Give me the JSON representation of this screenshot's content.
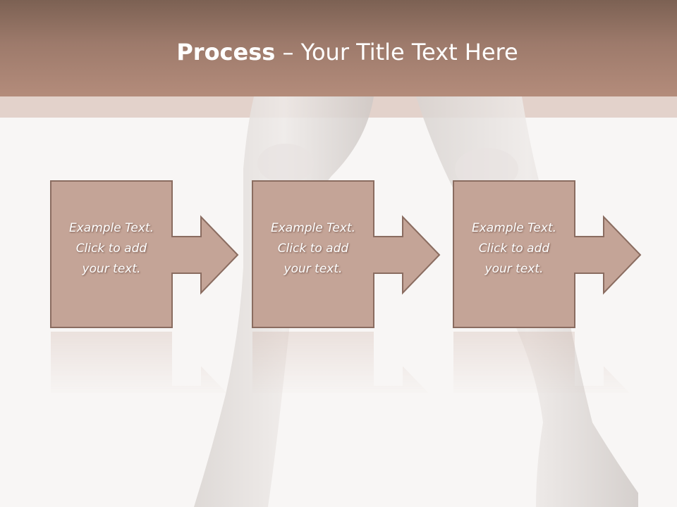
{
  "slide": {
    "title_bold": "Process",
    "title_rest": " – Your Title Text Here",
    "steps": [
      {
        "text": "Example Text.\nClick  to add\nyour text."
      },
      {
        "text": "Example Text.\nClick  to add\nyour text."
      },
      {
        "text": "Example Text.\nClick  to add\nyour text."
      }
    ]
  },
  "colors": {
    "header": "#a27f70",
    "band": "#e3d2cb",
    "box_fill": "#c4a497",
    "box_border": "#8a6c60",
    "background": "#f8f6f5"
  }
}
